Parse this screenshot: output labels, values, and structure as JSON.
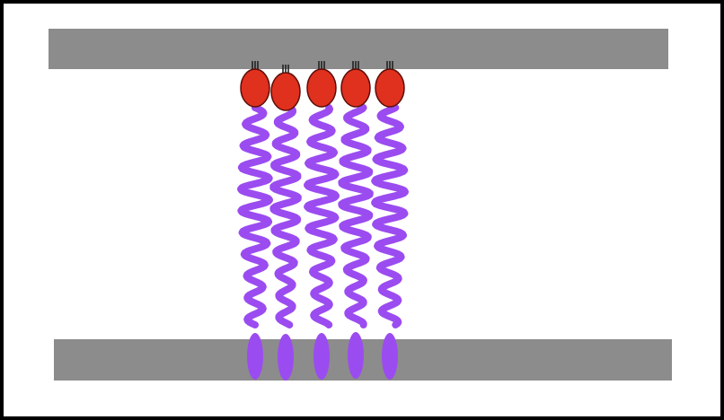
{
  "diagram": {
    "colors": {
      "frame": "#000000",
      "background": "#ffffff",
      "plate": "#8c8c8c",
      "head": "#e0301e",
      "head_outline": "#5a0e08",
      "tail": "#9b4cf0",
      "tail_end": "#9b4cf0",
      "linker": "#222222"
    },
    "plates": [
      {
        "name": "top-plate"
      },
      {
        "name": "bottom-plate"
      }
    ],
    "molecules": [
      {
        "name": "molecule-1"
      },
      {
        "name": "molecule-2"
      },
      {
        "name": "molecule-3"
      },
      {
        "name": "molecule-4"
      },
      {
        "name": "molecule-5"
      }
    ]
  }
}
